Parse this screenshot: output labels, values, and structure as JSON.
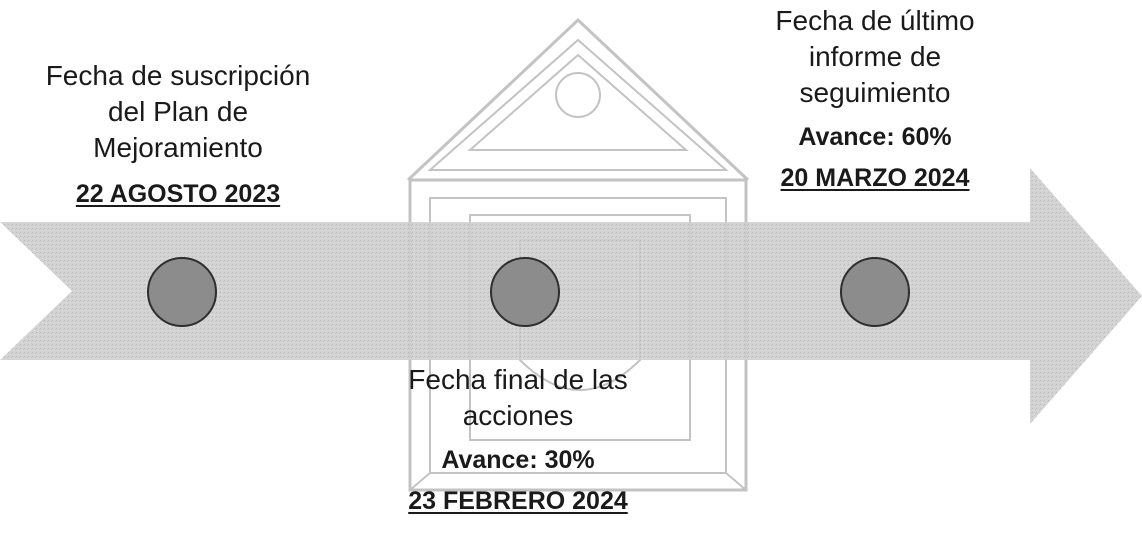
{
  "colors": {
    "arrow_fill": "#c9c9c9",
    "node_fill": "#8c8c8c",
    "node_stroke": "#2e2e2e",
    "watermark": "#bdbdbd",
    "text": "#1a1a1a"
  },
  "watermark": {
    "name": "coat-of-arms-watermark"
  },
  "milestones": [
    {
      "description": "Fecha de suscripción\ndel Plan de\nMejoramiento",
      "advance": "",
      "date": "22 AGOSTO 2023"
    },
    {
      "description": "Fecha final de las\nacciones",
      "advance": "Avance: 30%",
      "date": "23 FEBRERO 2024"
    },
    {
      "description": "Fecha de último\ninforme de\nseguimiento",
      "advance": "Avance: 60%",
      "date": "20 MARZO 2024"
    }
  ]
}
